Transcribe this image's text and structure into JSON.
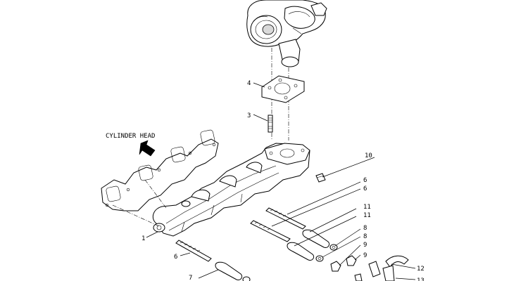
{
  "diagram": {
    "note": "CYLINDER HEAD",
    "callouts": [
      "1",
      "3",
      "4",
      "6",
      "6",
      "6",
      "7",
      "8",
      "8",
      "9",
      "9",
      "10",
      "11",
      "11",
      "12",
      "13"
    ]
  }
}
